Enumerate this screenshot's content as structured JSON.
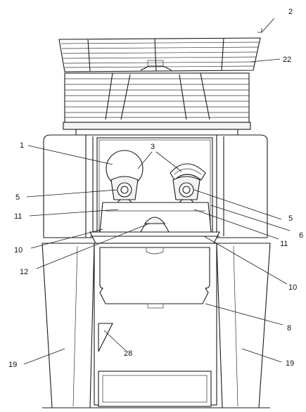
{
  "labels": {
    "l1": "1",
    "l2": "2",
    "l3": "3",
    "l5a": "5",
    "l5b": "5",
    "l6": "6",
    "l8": "8",
    "l10a": "10",
    "l10b": "10",
    "l11a": "11",
    "l11b": "11",
    "l12": "12",
    "l19a": "19",
    "l19b": "19",
    "l22": "22",
    "l28": "28"
  }
}
